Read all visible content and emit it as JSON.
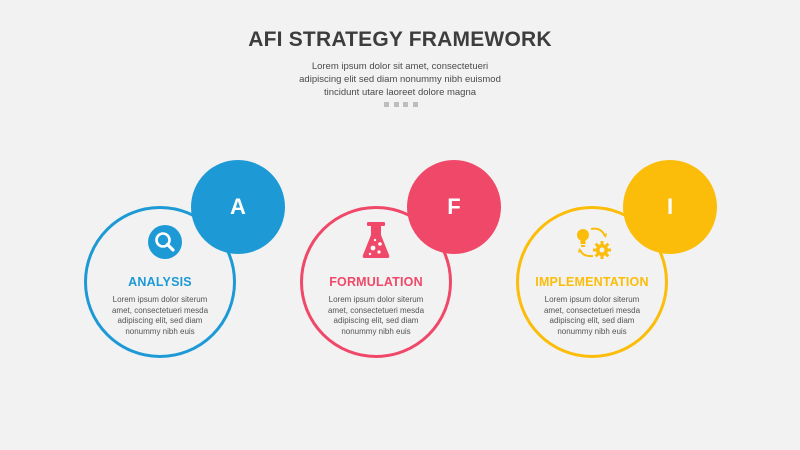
{
  "header": {
    "title": "AFI STRATEGY FRAMEWORK",
    "subtitle_lines": [
      "Lorem ipsum dolor sit amet, consectetueri",
      "adipiscing elit sed diam nonummy nibh euismod",
      "tincidunt utare laoreet dolore magna"
    ]
  },
  "steps": [
    {
      "letter": "A",
      "heading": "ANALYSIS",
      "icon": "magnifier-icon",
      "color": "#1d9ad6",
      "desc_lines": [
        "Lorem ipsum dolor siterum",
        "amet, consectetueri mesda",
        "adipiscing elit, sed diam",
        "nonummy nibh euis"
      ]
    },
    {
      "letter": "F",
      "heading": "FORMULATION",
      "icon": "flask-icon",
      "color": "#ef4869",
      "desc_lines": [
        "Lorem ipsum dolor siterum",
        "amet, consectetueri mesda",
        "adipiscing elit, sed diam",
        "nonummy nibh euis"
      ]
    },
    {
      "letter": "I",
      "heading": "IMPLEMENTATION",
      "icon": "idea-gear-cycle-icon",
      "color": "#fbbd0a",
      "desc_lines": [
        "Lorem ipsum dolor siterum",
        "amet, consectetueri mesda",
        "adipiscing elit, sed diam",
        "nonummy nibh euis"
      ]
    }
  ]
}
